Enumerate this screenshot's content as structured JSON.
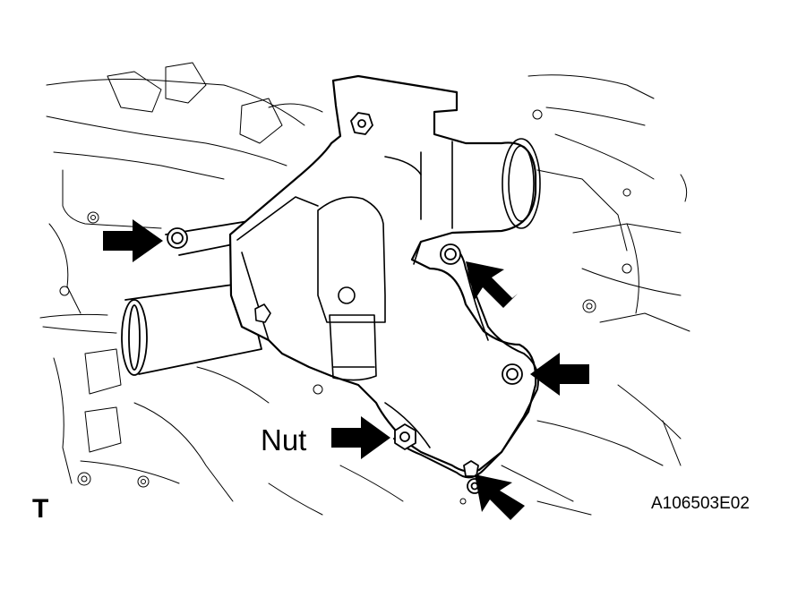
{
  "figure": {
    "callout_label": "Nut",
    "corner_mark": "T",
    "figure_code": "A106503E02",
    "callouts": [
      {
        "part": "bolt",
        "pointer": "arrow-right"
      },
      {
        "part": "bolt",
        "pointer": "arrow-up-left"
      },
      {
        "part": "bolt",
        "pointer": "arrow-left"
      },
      {
        "part": "nut",
        "pointer": "arrow-right"
      },
      {
        "part": "stud",
        "pointer": "arrow-up-left"
      }
    ]
  }
}
